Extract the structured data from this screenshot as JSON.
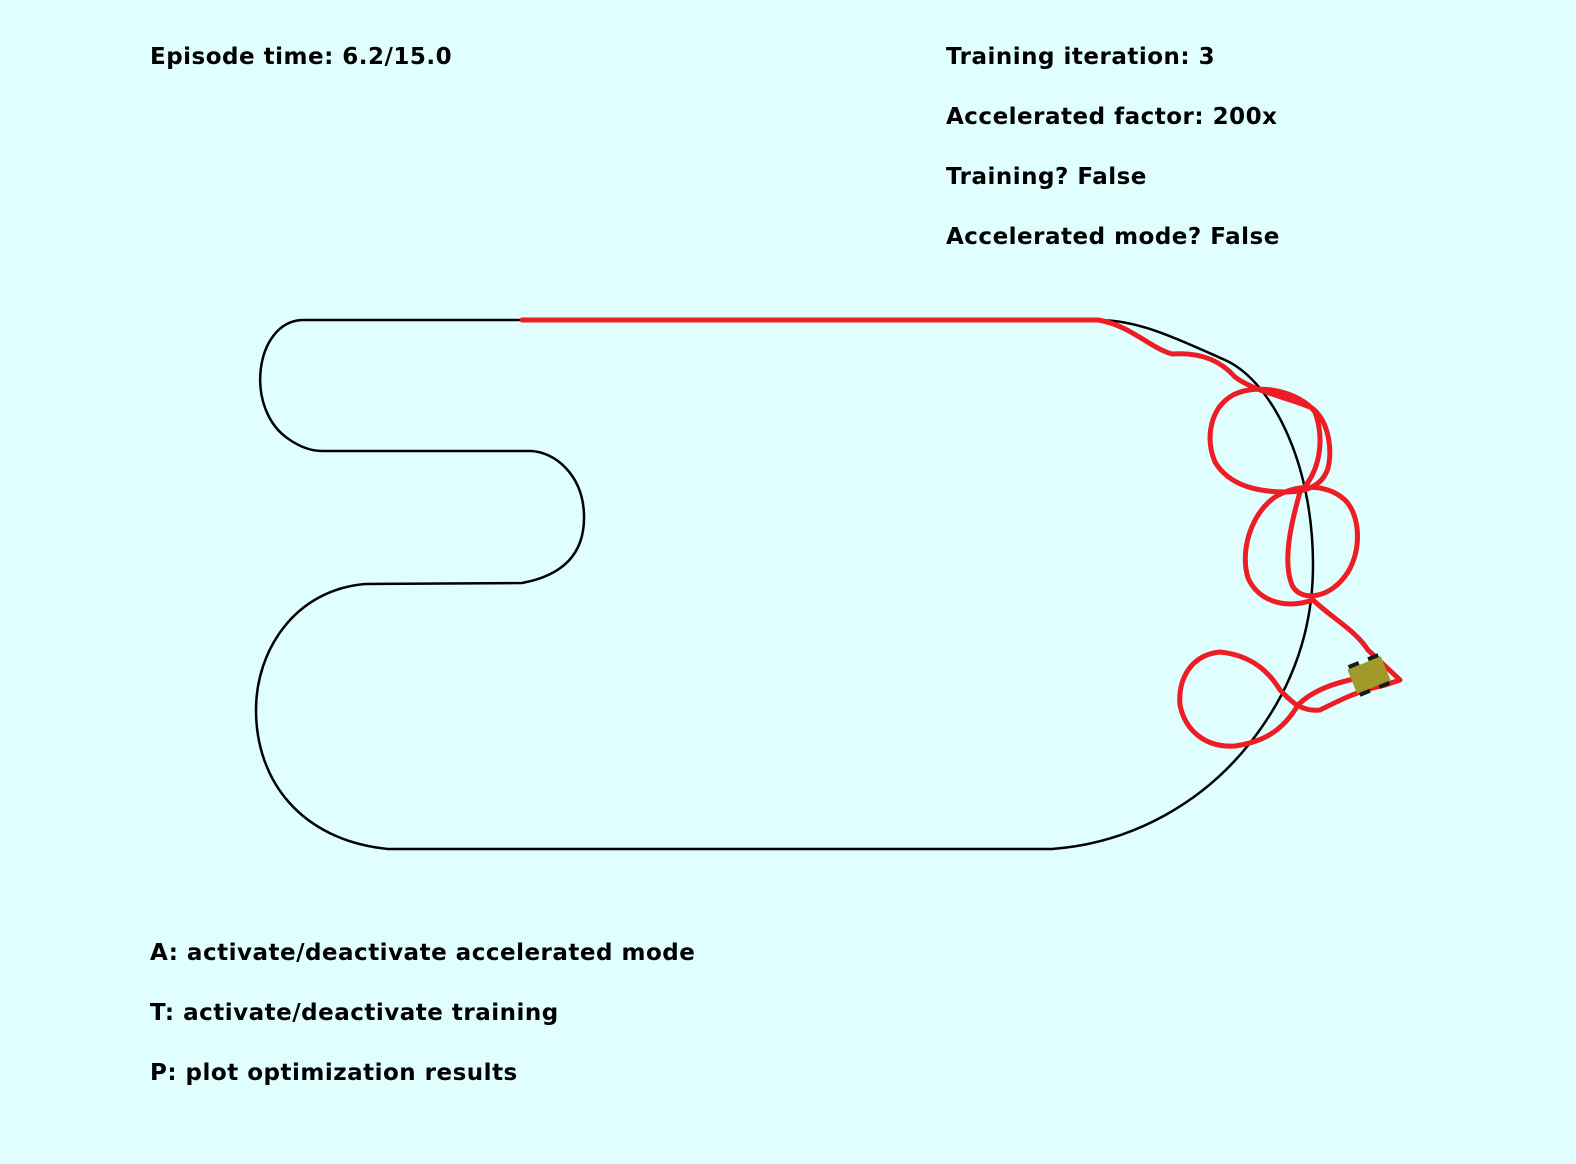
{
  "hud": {
    "episode_time": "Episode time: 6.2/15.0",
    "training_iteration": "Training iteration: 3",
    "accelerated_factor": "Accelerated factor: 200x",
    "training_status": "Training? False",
    "accelerated_mode_status": "Accelerated mode? False"
  },
  "controls": {
    "accelerate": "A: activate/deactivate accelerated mode",
    "training": "T: activate/deactivate training",
    "plot": "P: plot optimization results"
  },
  "colors": {
    "background": "#e0fefe",
    "track": "#000000",
    "trajectory": "#ee1c24",
    "car": "#a09a2a"
  }
}
